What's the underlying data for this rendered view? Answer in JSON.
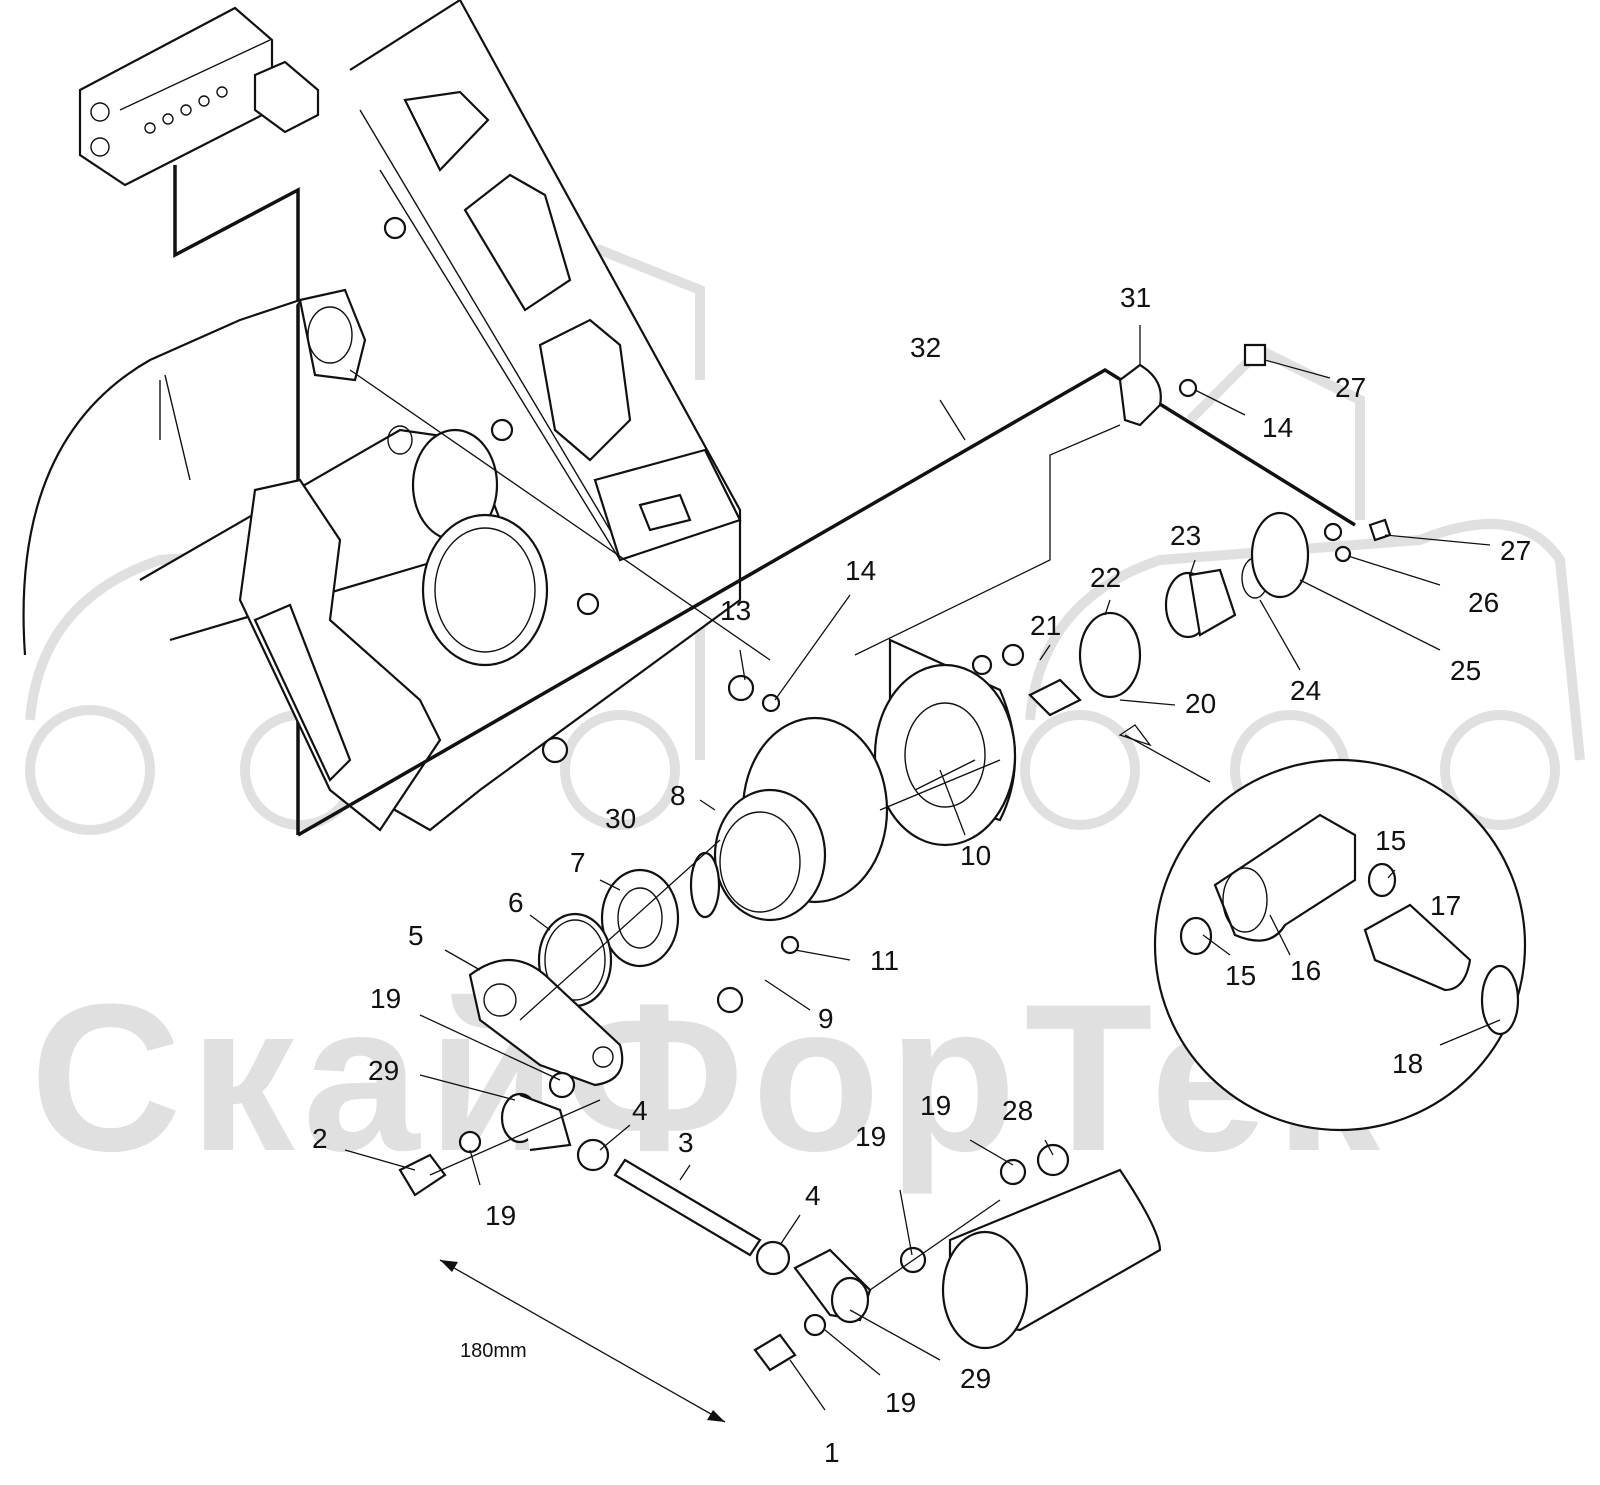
{
  "watermark": {
    "text": "СкайФорТек"
  },
  "dimension": {
    "label": "180mm"
  },
  "callouts": [
    {
      "id": "c1",
      "label": "1"
    },
    {
      "id": "c2",
      "label": "2"
    },
    {
      "id": "c3",
      "label": "3"
    },
    {
      "id": "c4a",
      "label": "4"
    },
    {
      "id": "c4b",
      "label": "4"
    },
    {
      "id": "c5",
      "label": "5"
    },
    {
      "id": "c6",
      "label": "6"
    },
    {
      "id": "c7",
      "label": "7"
    },
    {
      "id": "c8",
      "label": "8"
    },
    {
      "id": "c9",
      "label": "9"
    },
    {
      "id": "c10",
      "label": "10"
    },
    {
      "id": "c11",
      "label": "11"
    },
    {
      "id": "c13",
      "label": "13"
    },
    {
      "id": "c14a",
      "label": "14"
    },
    {
      "id": "c14b",
      "label": "14"
    },
    {
      "id": "c15a",
      "label": "15"
    },
    {
      "id": "c15b",
      "label": "15"
    },
    {
      "id": "c16",
      "label": "16"
    },
    {
      "id": "c17",
      "label": "17"
    },
    {
      "id": "c18",
      "label": "18"
    },
    {
      "id": "c19a",
      "label": "19"
    },
    {
      "id": "c19b",
      "label": "19"
    },
    {
      "id": "c19c",
      "label": "19"
    },
    {
      "id": "c19d",
      "label": "19"
    },
    {
      "id": "c19e",
      "label": "19"
    },
    {
      "id": "c20",
      "label": "20"
    },
    {
      "id": "c21",
      "label": "21"
    },
    {
      "id": "c22",
      "label": "22"
    },
    {
      "id": "c23",
      "label": "23"
    },
    {
      "id": "c24",
      "label": "24"
    },
    {
      "id": "c25",
      "label": "25"
    },
    {
      "id": "c26",
      "label": "26"
    },
    {
      "id": "c27a",
      "label": "27"
    },
    {
      "id": "c27b",
      "label": "27"
    },
    {
      "id": "c28",
      "label": "28"
    },
    {
      "id": "c29a",
      "label": "29"
    },
    {
      "id": "c29b",
      "label": "29"
    },
    {
      "id": "c30",
      "label": "30"
    },
    {
      "id": "c31",
      "label": "31"
    },
    {
      "id": "c32",
      "label": "32"
    }
  ]
}
